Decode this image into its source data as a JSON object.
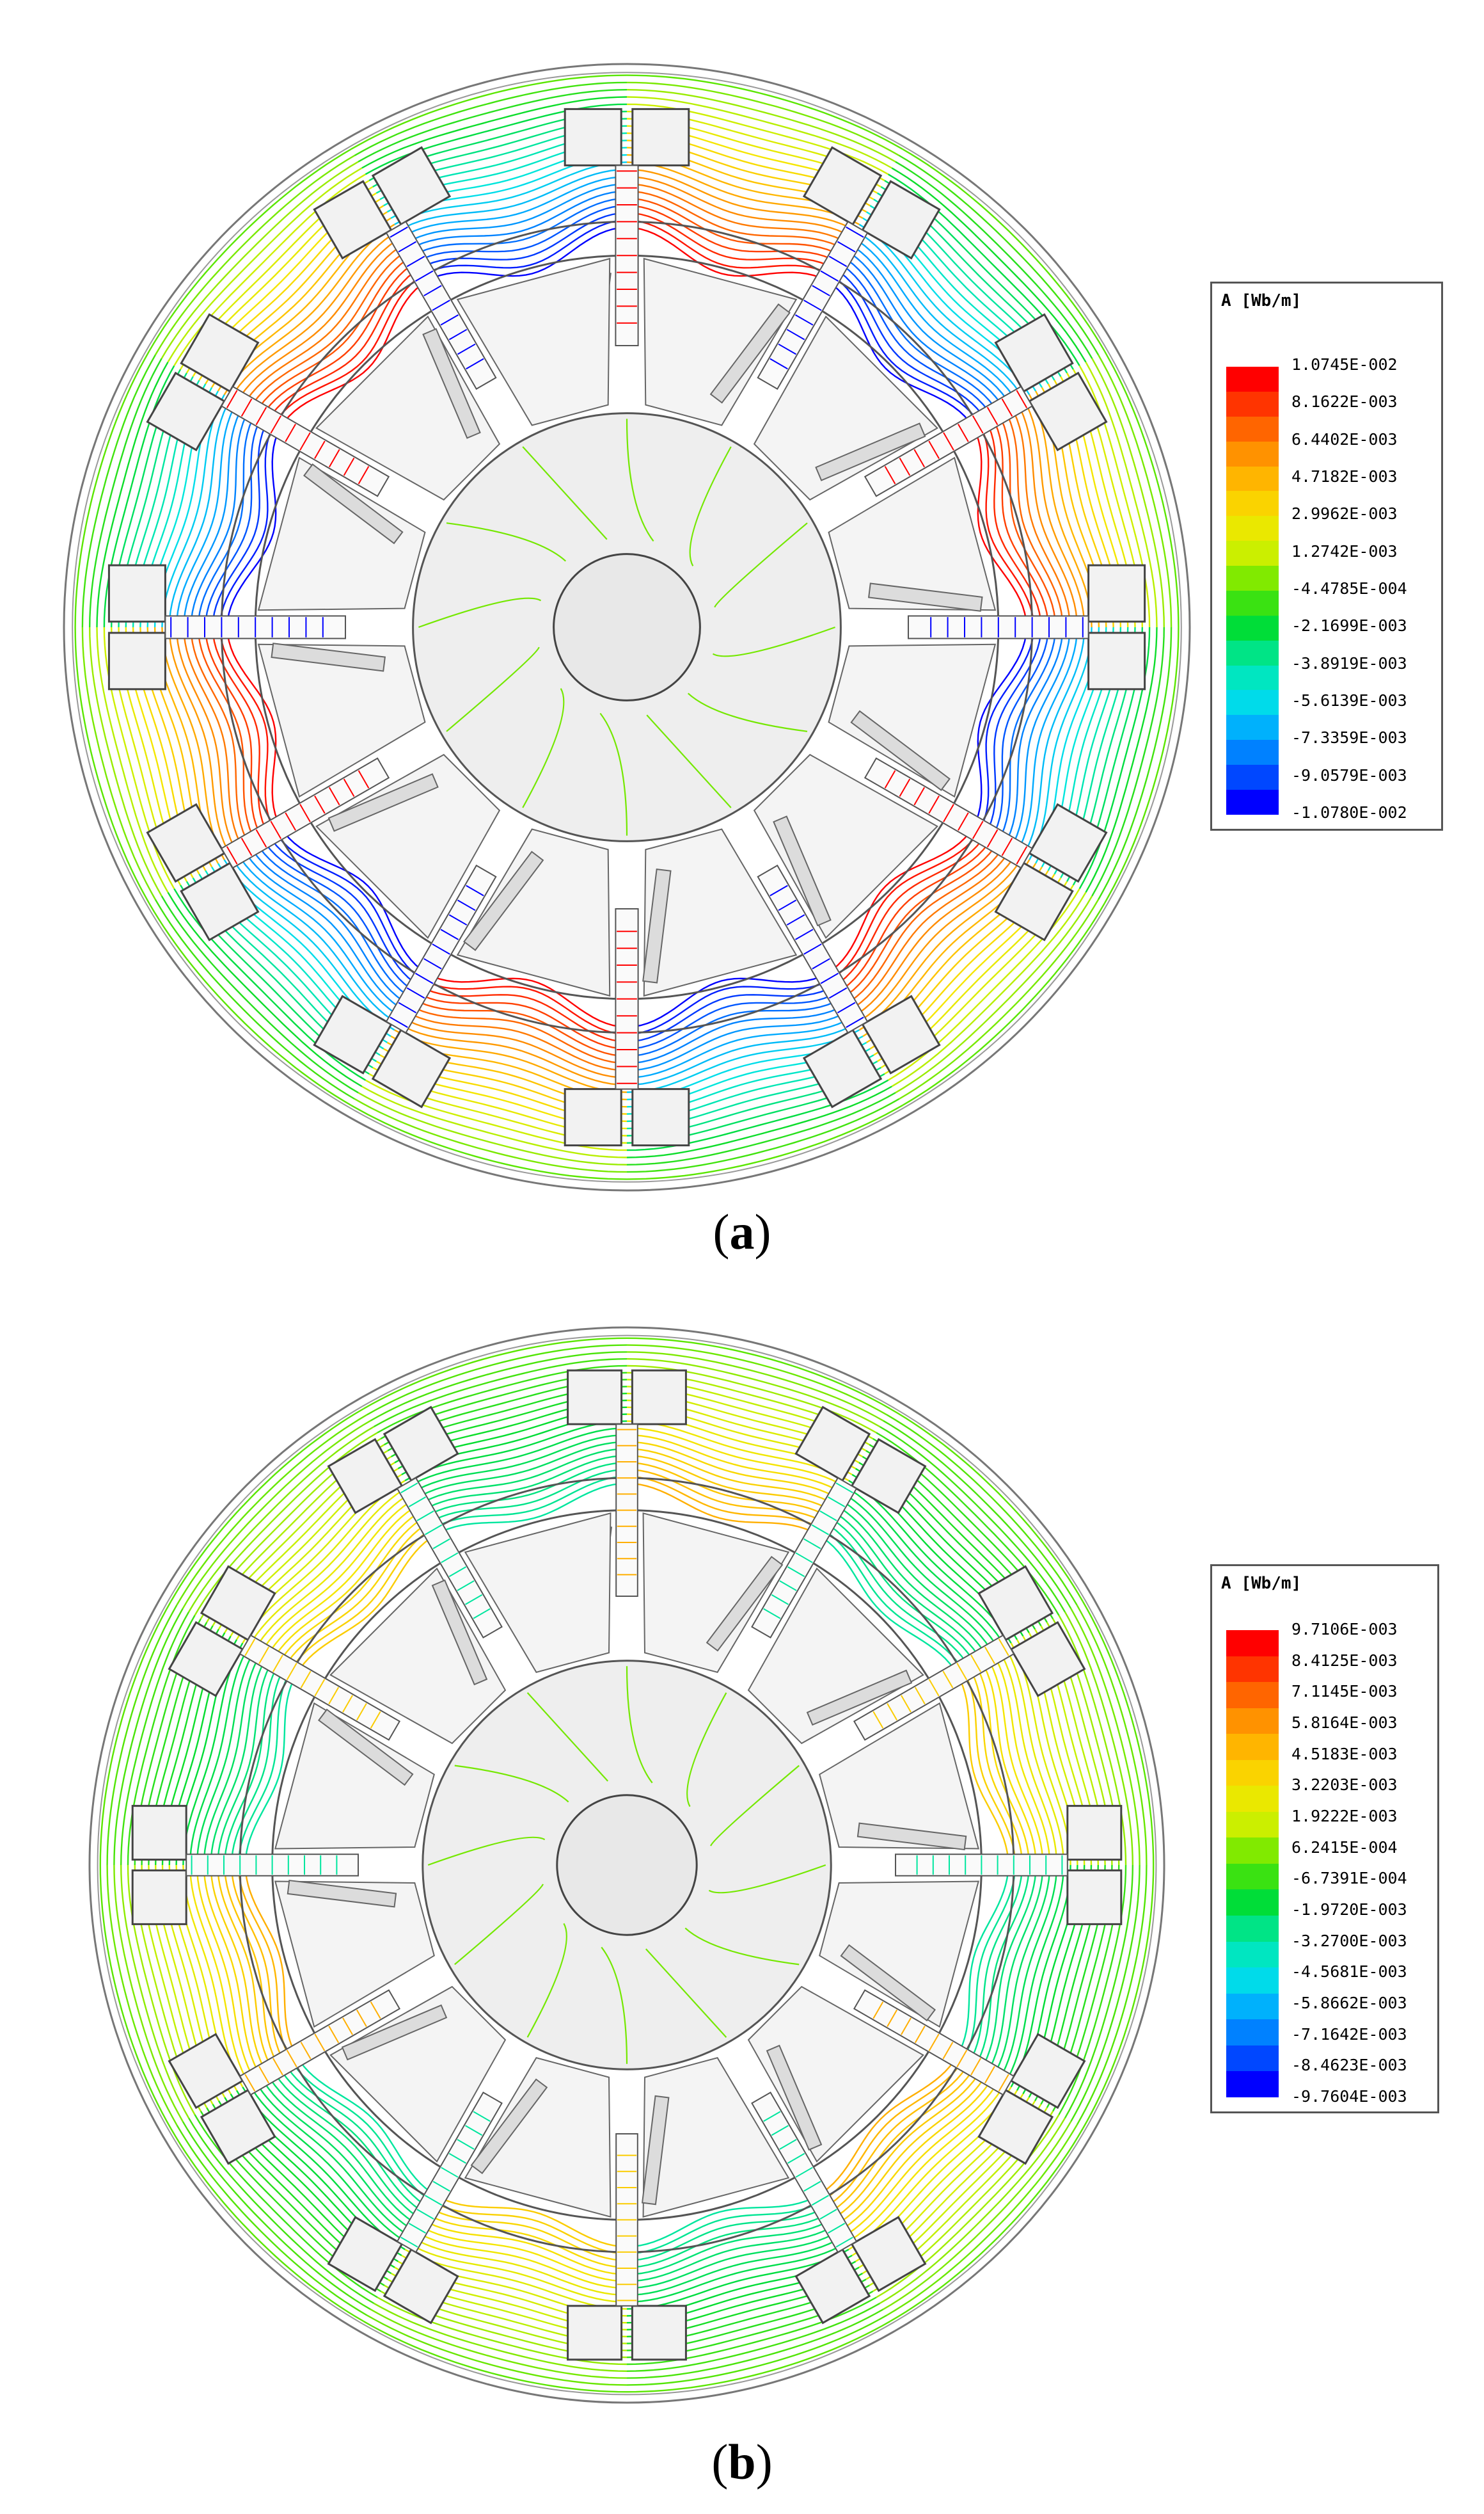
{
  "figures": [
    {
      "id": "a",
      "caption": "a",
      "legend": {
        "title": "A [Wb/m]",
        "labels": [
          "1.0745E-002",
          "8.1622E-003",
          "6.4402E-003",
          "4.7182E-003",
          "2.9962E-003",
          "1.2742E-003",
          "-4.4785E-004",
          "-2.1699E-003",
          "-3.8919E-003",
          "-5.6139E-003",
          "-7.3359E-003",
          "-9.0579E-003",
          "-1.0780E-002"
        ]
      }
    },
    {
      "id": "b",
      "caption": "b",
      "legend": {
        "title": "A [Wb/m]",
        "labels": [
          "9.7106E-003",
          "8.4125E-003",
          "7.1145E-003",
          "5.8164E-003",
          "4.5183E-003",
          "3.2203E-003",
          "1.9222E-003",
          "6.2415E-004",
          "-6.7391E-004",
          "-1.9720E-003",
          "-3.2700E-003",
          "-4.5681E-003",
          "-5.8662E-003",
          "-7.1642E-003",
          "-8.4623E-003",
          "-9.7604E-003"
        ]
      }
    }
  ],
  "colormap": [
    "#ff0000",
    "#ff4a00",
    "#ff8c00",
    "#ffbe00",
    "#f5e600",
    "#c8f000",
    "#5ae600",
    "#00dc32",
    "#00e6a0",
    "#00e6e6",
    "#00aaff",
    "#0064ff",
    "#0000ff"
  ]
}
